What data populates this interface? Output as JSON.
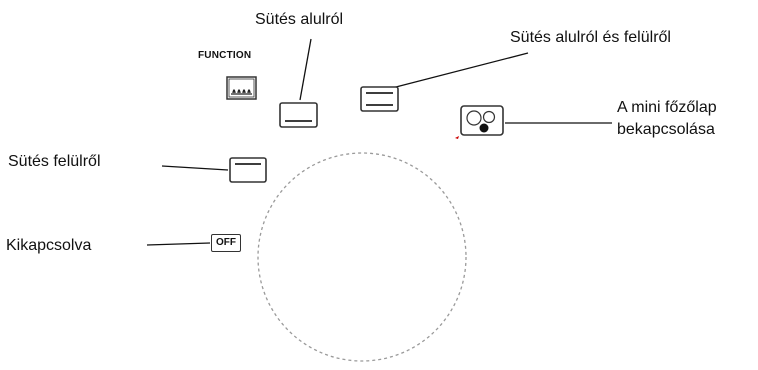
{
  "knob": {
    "function_label": "FUNCTION",
    "off_badge": "OFF"
  },
  "labels": {
    "bottom_heat": "Sütés alulról",
    "top_bottom_prefix": "Sütés ",
    "top_bottom_bold": "alulról és felülről",
    "top_heat": "Sütés felülről",
    "mini_hob_line1": "A mini főzőlap",
    "mini_hob_line2": "bekapcsolása",
    "off": "Kikapcsolva"
  },
  "icons": [
    "function-grill-icon",
    "bottom-heat-icon",
    "top-bottom-heat-icon",
    "top-heat-icon",
    "mini-hob-icon",
    "off-icon"
  ],
  "colors": {
    "line": "#111111",
    "dial": "#9a9a9a",
    "accent": "#cc0000"
  }
}
